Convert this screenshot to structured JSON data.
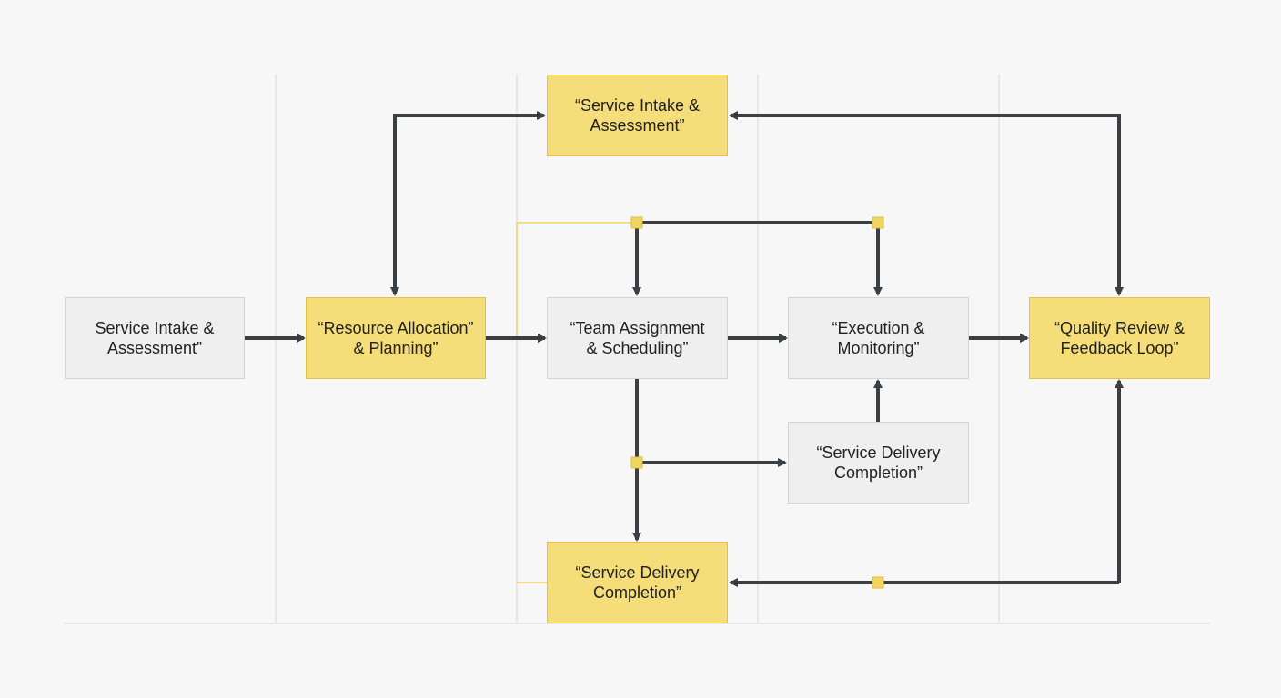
{
  "colors": {
    "background": "#f7f7f7",
    "yellow_fill": "#f5dd7a",
    "yellow_border": "#e5c23e",
    "gray_fill": "#efefef",
    "gray_border": "#d4d4d4",
    "arrow": "#3a3f44",
    "lane_divider": "#e2e2e2",
    "junction": "#f0d560"
  },
  "nodes": {
    "intake_top": "“Service Intake &\nAssessment”",
    "intake_left": "Service Intake &\nAssessment”",
    "resource": "“Resource Allocation”\n& Planning”",
    "team": "“Team Assignment\n& Scheduling”",
    "execution": "“Execution &\nMonitoring”",
    "quality": "“Quality Review &\nFeedback Loop”",
    "delivery_mid": "“Service Delivery\nCompletion”",
    "delivery_bottom": "“Service Delivery\nCompletion”"
  }
}
